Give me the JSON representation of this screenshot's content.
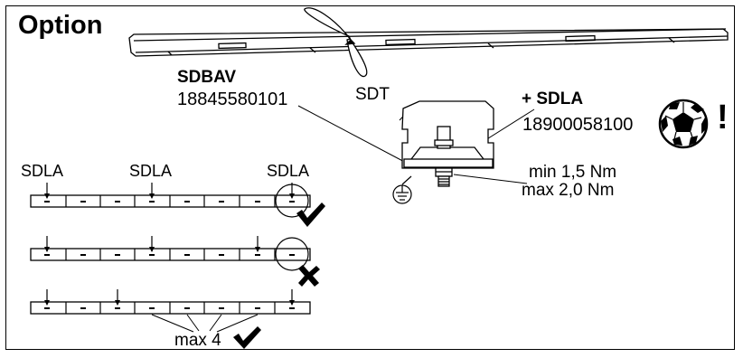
{
  "title": "Option",
  "sdbav": {
    "name": "SDBAV",
    "number": "18845580101"
  },
  "sdt_label": "SDT",
  "sdla": {
    "name": "+ SDLA",
    "number": "18900058100",
    "warning": "!"
  },
  "torque": {
    "min": "min 1,5 Nm",
    "max": "max 2,0 Nm"
  },
  "rail_labels": [
    "SDLA",
    "SDLA",
    "SDLA"
  ],
  "max_label": "max 4",
  "icons": [
    "football-icon",
    "checkmark-icon",
    "cross-icon",
    "ground-icon"
  ]
}
